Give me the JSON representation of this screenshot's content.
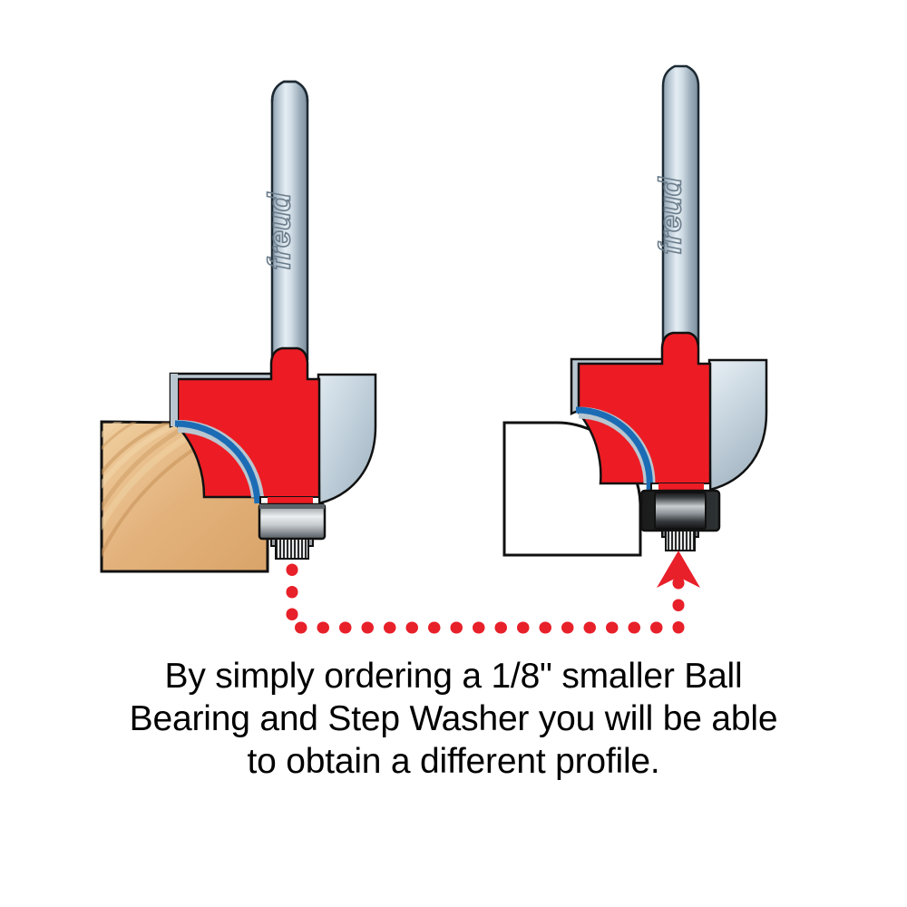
{
  "illustration": {
    "title": "Router bit bearing comparison",
    "background_color": "#ffffff"
  },
  "caption": {
    "line1": "By simply ordering a 1/8\" smaller Ball",
    "line2": "Bearing and Step Washer you will be able",
    "line3": "to obtain a different profile.",
    "text_color": "#000000"
  },
  "left_bit": {
    "label": "router-bit-large-bearing",
    "brand": "freud",
    "shank_color": "#aebecb",
    "body_color": "#ed1c24",
    "carbide_color": "#c3d2dc",
    "cutting_edge_color": "#1c6cb5",
    "bearing_color": "#b9bfc2",
    "bearing_size": "large",
    "workpiece": {
      "name": "wood-block",
      "material": "wood",
      "color": "#e8b97c",
      "profile": "large roundover"
    }
  },
  "right_bit": {
    "label": "router-bit-small-bearing",
    "brand": "freud",
    "shank_color": "#aebecb",
    "body_color": "#ed1c24",
    "carbide_color": "#c3d2dc",
    "cutting_edge_color": "#1c6cb5",
    "bearing_color": "#2b2b2b",
    "bearing_size": "small",
    "workpiece": {
      "name": "blank-workpiece",
      "material": "outline",
      "color": "#ffffff",
      "profile": "tighter roundover"
    }
  },
  "annotation": {
    "name": "bearing-swap-path",
    "style": "dotted",
    "color": "#e8202a",
    "direction": "left bearing to right bearing",
    "arrowhead": "up"
  }
}
